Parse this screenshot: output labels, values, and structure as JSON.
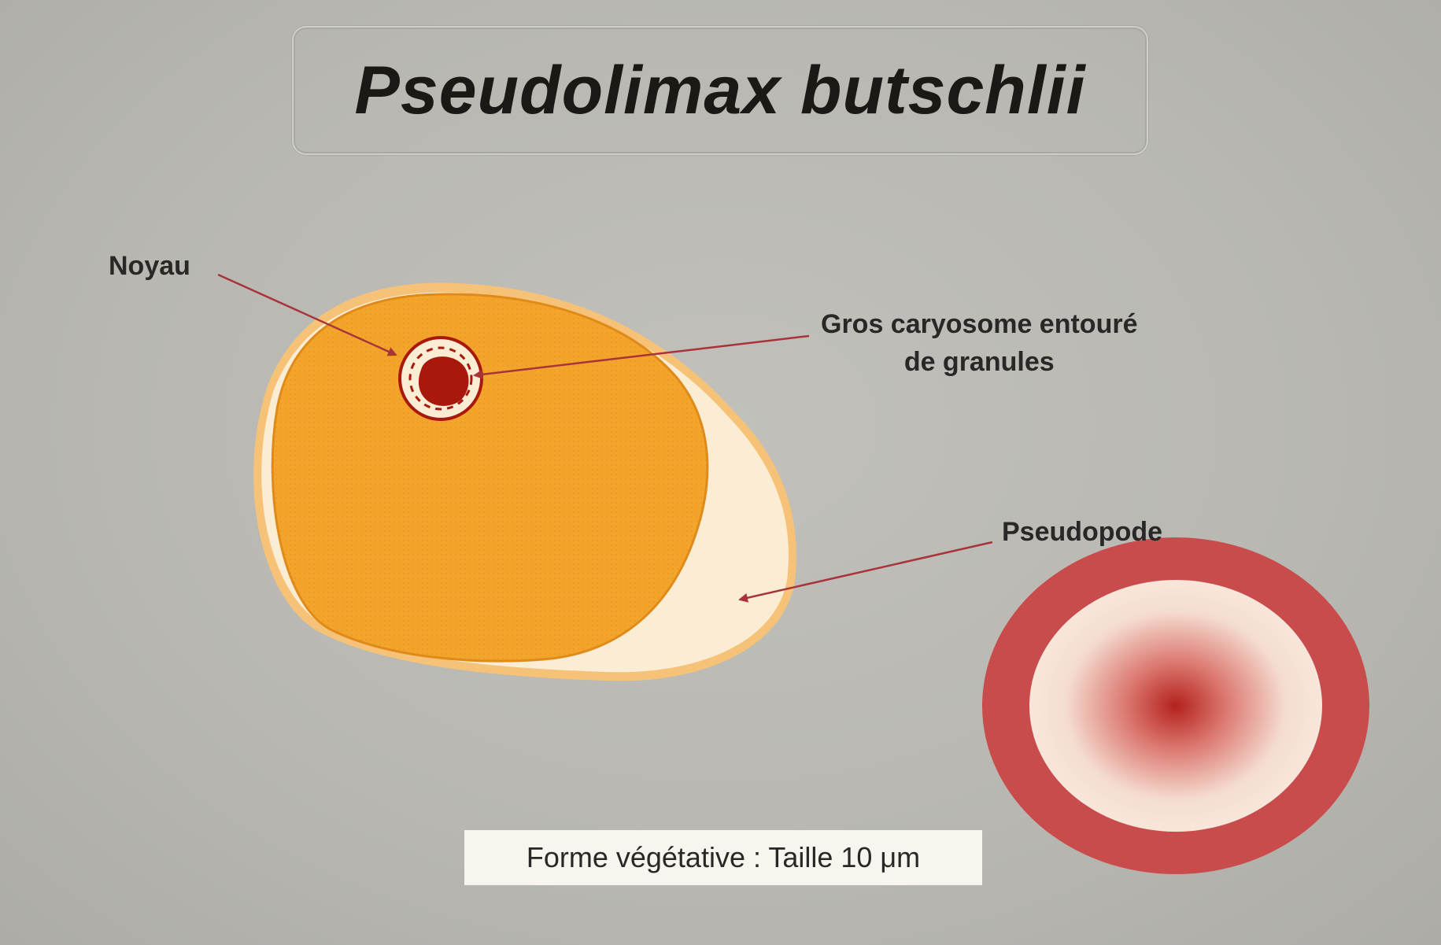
{
  "title": "Pseudolimax butschlii",
  "labels": {
    "noyau": "Noyau",
    "caryosome_line1": "Gros caryosome entouré",
    "caryosome_line2": "de granules",
    "pseudopode": "Pseudopode"
  },
  "scale": {
    "text": "Forme végétative : Taille  10 μm"
  },
  "colors": {
    "background": "#b8b7b2",
    "cytoplasm": "#f2a52a",
    "cell_outline": "#f6c278",
    "pseudopod": "#fbecd4",
    "nucleus": "#a8180c",
    "arrow": "#a8343a",
    "scale_disc_ring": "#c94c4c",
    "scale_disc_center": "#b4221c"
  }
}
